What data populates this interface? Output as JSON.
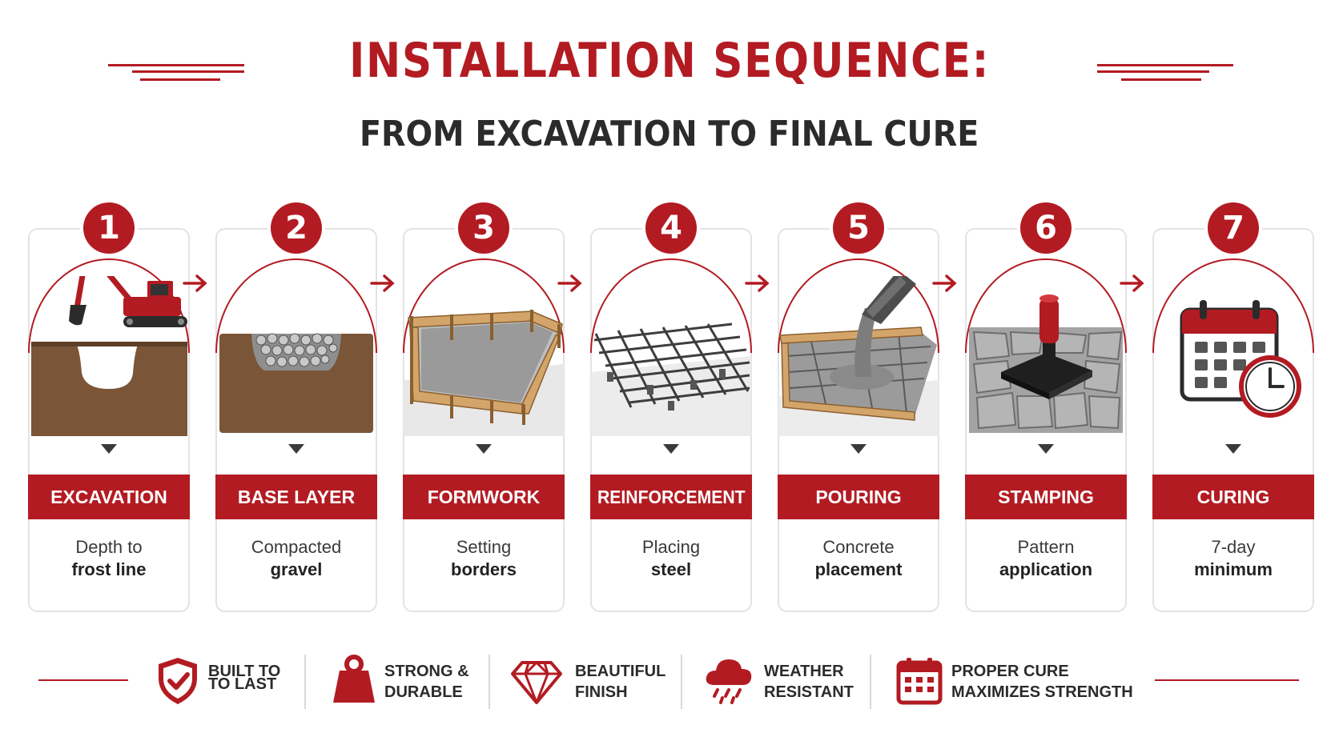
{
  "header": {
    "title": "INSTALLATION SEQUENCE:",
    "subtitle": "FROM EXCAVATION TO FINAL CURE"
  },
  "steps": [
    {
      "number": "1",
      "label": "EXCAVATION",
      "desc_line1": "Depth to",
      "desc_line2": "frost line",
      "icon": "excavator-icon"
    },
    {
      "number": "2",
      "label": "BASE LAYER",
      "desc_line1": "Compacted",
      "desc_line2": "gravel",
      "icon": "gravel-base-icon"
    },
    {
      "number": "3",
      "label": "FORMWORK",
      "desc_line1": "Setting",
      "desc_line2": "borders",
      "icon": "formwork-icon"
    },
    {
      "number": "4",
      "label": "REINFORCEMENT",
      "desc_line1": "Placing",
      "desc_line2": "steel",
      "icon": "rebar-grid-icon"
    },
    {
      "number": "5",
      "label": "POURING",
      "desc_line1": "Concrete",
      "desc_line2": "placement",
      "icon": "concrete-pour-icon"
    },
    {
      "number": "6",
      "label": "STAMPING",
      "desc_line1": "Pattern",
      "desc_line2": "application",
      "icon": "stamp-icon"
    },
    {
      "number": "7",
      "label": "CURING",
      "desc_line1": "7-day",
      "desc_line2": "minimum",
      "icon": "calendar-clock-icon"
    }
  ],
  "features": [
    {
      "line1": "BUILT TO",
      "line2": "TO LAST",
      "icon": "shield-check-icon"
    },
    {
      "line1": "STRONG &",
      "line2": "DURABLE",
      "icon": "weight-icon"
    },
    {
      "line1": "BEAUTIFUL",
      "line2": "FINISH",
      "icon": "diamond-icon"
    },
    {
      "line1": "WEATHER",
      "line2": "RESISTANT",
      "icon": "rain-cloud-icon"
    },
    {
      "line1": "PROPER CURE",
      "line2": "MAXIMIZES STRENGTH",
      "icon": "calendar-icon"
    }
  ],
  "colors": {
    "accent": "#b31b22",
    "text": "#2b2b2b",
    "soil": "#7a5538",
    "concrete": "#a9a9a9"
  }
}
